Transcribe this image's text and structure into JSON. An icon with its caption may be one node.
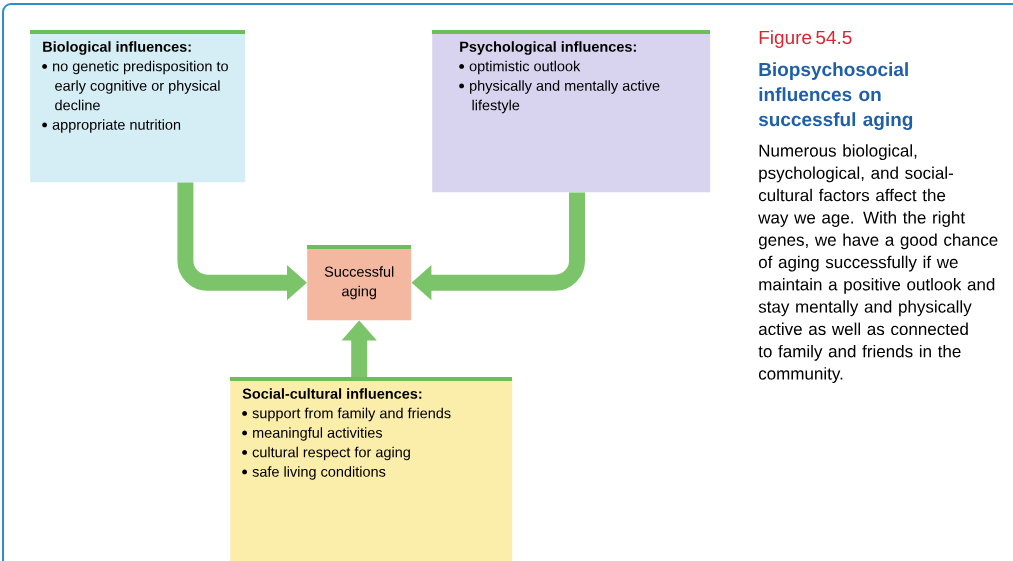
{
  "diagram": {
    "title": "Biopsychosocial influences on successful aging",
    "caption": "Numerous biological, psychological, and social-cultural factors affect the way we age. With the right genes, we have a good chance of aging successfully if we maintain a positive outlook and stay mentally and physically active as well as connected to family and friends in the community.",
    "nodes": [
      {
        "text": [
          "Biological influences:",
          "no genetic predisposition to early cognitive or physical decline",
          "appropriate nutrition"
        ]
      },
      {
        "text": [
          "Psychological influences:",
          "optimistic outlook",
          "physically and mentally active lifestyle"
        ]
      },
      {
        "text": [
          "Successful aging"
        ]
      },
      {
        "text": [
          "Social-cultural influences:",
          "support from family and friends",
          "meaningful activities",
          "cultural respect for aging",
          "safe living conditions"
        ]
      }
    ],
    "edges": [
      {
        "from": 0,
        "to": 2,
        "arrow": "to"
      },
      {
        "from": 1,
        "to": 2,
        "arrow": "to"
      },
      {
        "from": 3,
        "to": 2,
        "arrow": "to"
      }
    ],
    "labels": [
      "Figure 54.5"
    ]
  }
}
